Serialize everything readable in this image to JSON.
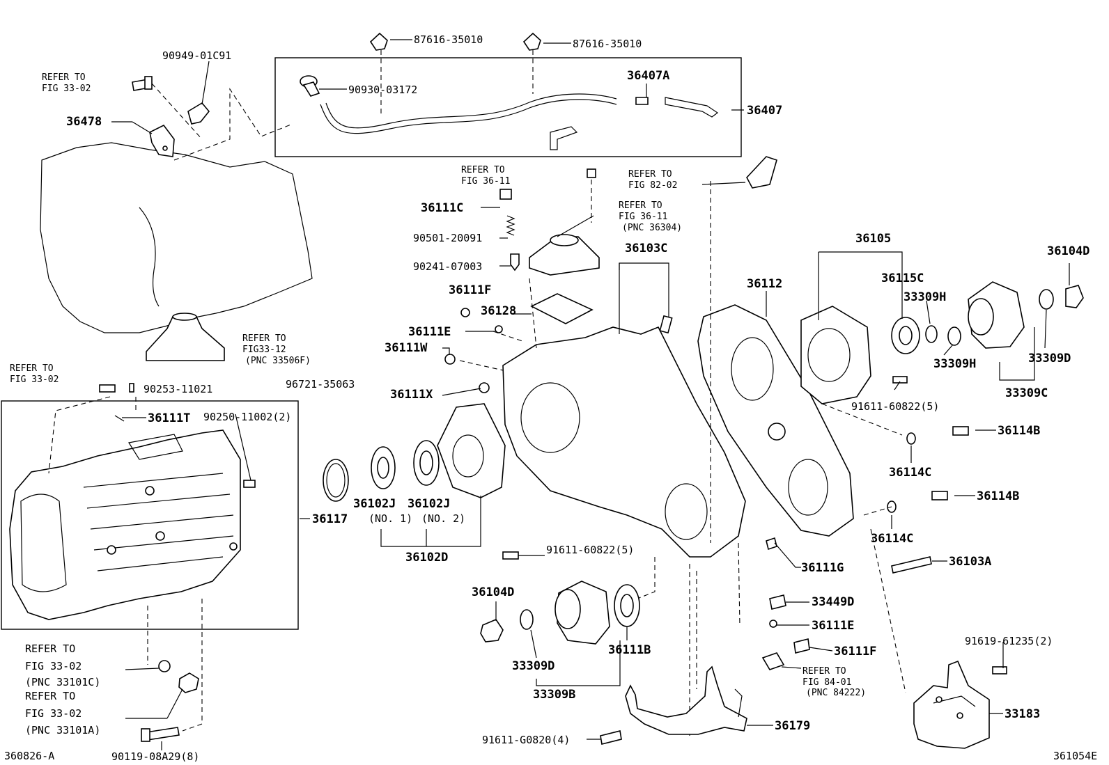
{
  "labels": {
    "p8761635010a": "87616-35010",
    "p8761635010b": "87616-35010",
    "p9094901c91": "90949-01C91",
    "refer3302a": [
      "REFER TO",
      "FIG 33-02"
    ],
    "p36478": "36478",
    "p9093003172": "90930-03172",
    "p36407a": "36407A",
    "p36407": "36407",
    "refer3611a": [
      "REFER TO",
      "FIG 36-11"
    ],
    "refer8202": [
      "REFER TO",
      "FIG 82-02"
    ],
    "p36111c": "36111C",
    "refer3611b": [
      "REFER TO",
      "FIG 36-11",
      "(PNC 36304)"
    ],
    "p9050120091": "90501-20091",
    "p9024107003": "90241-07003",
    "p36103c": "36103C",
    "p36105": "36105",
    "p36104d_r": "36104D",
    "p36111f_a": "36111F",
    "p36128": "36128",
    "p36112": "36112",
    "p36115c": "36115C",
    "p33309h_a": "33309H",
    "p36111e_a": "36111E",
    "p36111w": "36111W",
    "refer3312": [
      "REFER TO",
      "FIG33-12",
      "(PNC 33506F)"
    ],
    "p33309h_b": "33309H",
    "p33309d_r": "33309D",
    "refer3302b": [
      "REFER TO",
      "FIG 33-02"
    ],
    "p9025311021": "90253-11021",
    "p9672135063": "96721-35063",
    "p36111x": "36111X",
    "p33309c": "33309C",
    "p9161160822a": "91611-60822(5)",
    "p36111t": "36111T",
    "p9025011002": "90250-11002(2)",
    "p36114b_a": "36114B",
    "p36114c_a": "36114C",
    "p36114b_b": "36114B",
    "p36117": "36117",
    "p36102j_1": [
      "36102J",
      "(NO. 1)"
    ],
    "p36102j_2": [
      "36102J",
      "(NO. 2)"
    ],
    "p36102d": "36102D",
    "p36114c_b": "36114C",
    "p9161160822b": "91611-60822(5)",
    "p36111g": "36111G",
    "p36103a": "36103A",
    "p36104d_l": "36104D",
    "p33449d": "33449D",
    "p36111e_b": "36111E",
    "p36111b": "36111B",
    "p36111f_b": "36111F",
    "p33309d_l": "33309D",
    "refer8401": [
      "REFER TO",
      "FIG 84-01",
      "(PNC 84222)"
    ],
    "p9161961235": "91619-61235(2)",
    "p33309b": "33309B",
    "refer3302c": [
      "REFER TO",
      "FIG 33-02",
      "(PNC 33101C)"
    ],
    "refer3302d": [
      "REFER TO",
      "FIG 33-02",
      "(PNC 33101A)"
    ],
    "p33183": "33183",
    "p36179": "36179",
    "p91611g0820": "91611-G0820(4)",
    "p9011908a29": "90119-08A29(8)",
    "code_left": "360826-A",
    "code_right": "361054E"
  }
}
